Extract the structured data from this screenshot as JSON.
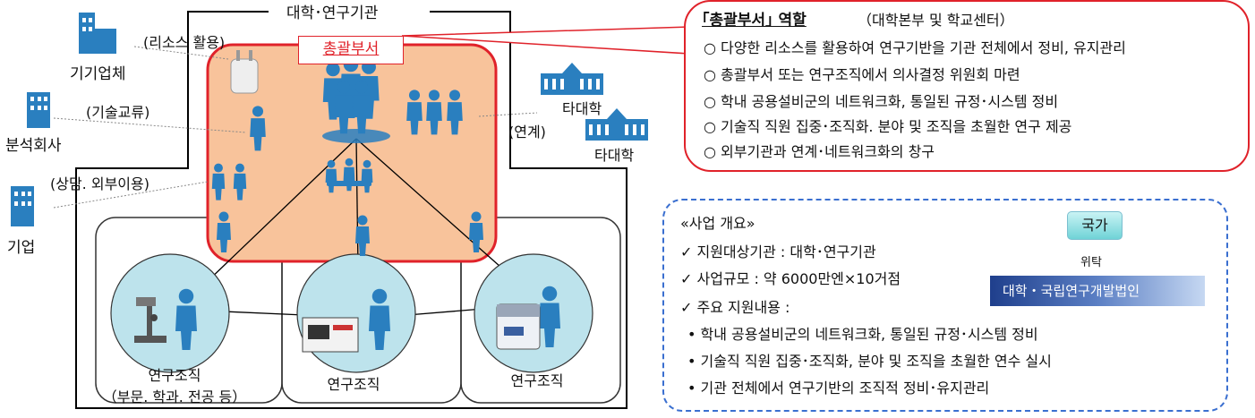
{
  "institution_title": "대학･연구기관",
  "headquarters_label": "총괄부서",
  "external": {
    "equipment_company": "기기업체",
    "analysis_company": "분석회사",
    "company": "기업",
    "resource_use": "(리소스 활용)",
    "tech_exchange": "(기술교류)",
    "consult_external": "(상담. 외부이용)"
  },
  "other_univ": {
    "label1": "타대학",
    "label2": "타대학",
    "link": "(연계)"
  },
  "labs": [
    {
      "label": "연구조직",
      "sub": "（부문. 학과. 전공 등）"
    },
    {
      "label": "연구조직",
      "sub": ""
    },
    {
      "label": "연구조직",
      "sub": ""
    }
  ],
  "role": {
    "title": "｢총괄부서｣ 역할",
    "subtitle": "（대학본부 및 학교센터）",
    "items": [
      "○  다양한 리소스를 활용하여 연구기반을 기관 전체에서 정비, 유지관리",
      "○  총괄부서 또는 연구조직에서 의사결정 위원회 마련",
      "○  학내 공용설비군의 네트워크화, 통일된 규정･시스템 정비",
      "○  기술직 직원 집중･조직화. 분야 및 조직을 초월한 연구 제공",
      "○  외부기관과 연계･네트워크화의 창구"
    ]
  },
  "overview": {
    "title": "«사업 개요»",
    "items": [
      "✓  지원대상기관 : 대학･연구기관",
      "✓  사업규모 : 약 6000만엔×10거점",
      "✓  주요 지원내용 :"
    ],
    "bullets": [
      "• 학내 공용설비군의 네트워크화, 통일된 규정･시스템 정비",
      "• 기술직 직원 집중･조직화, 분야 및 조직을 초월한 연수 실시",
      "• 기관 전체에서 연구기반의 조직적 정비･유지관리"
    ],
    "gov": "국가",
    "delegate": "위탁",
    "org": "대학・국립연구개발법인"
  },
  "colors": {
    "accent_red": "#e0222a",
    "hq_fill": "#f8c39b",
    "figure_blue": "#2a7fbf",
    "lab_fill": "#bde3ec",
    "dashed_blue": "#3a6fd0"
  }
}
